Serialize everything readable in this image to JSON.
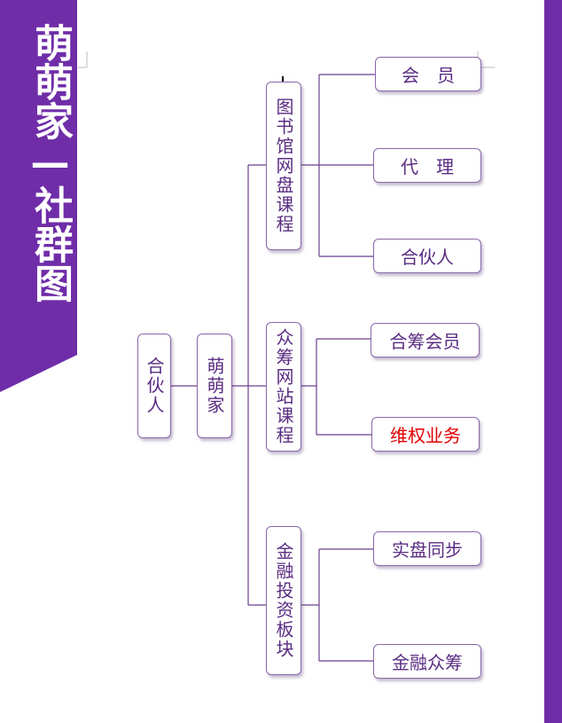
{
  "banner": {
    "title": "萌萌家—社群图",
    "color": "#6f2da8"
  },
  "diagram": {
    "root": "合伙人",
    "hub": "萌萌家",
    "branches": [
      {
        "label": "图书馆网盘课程",
        "children": [
          "会　员",
          "代　理",
          "合伙人"
        ]
      },
      {
        "label": "众筹网站课程",
        "children": [
          "合筹会员",
          "维权业务"
        ]
      },
      {
        "label": "金融投资板块",
        "children": [
          "实盘同步",
          "金融众筹"
        ]
      }
    ],
    "highlight_color": "#e00000",
    "line_color": "#6a3f8e"
  }
}
